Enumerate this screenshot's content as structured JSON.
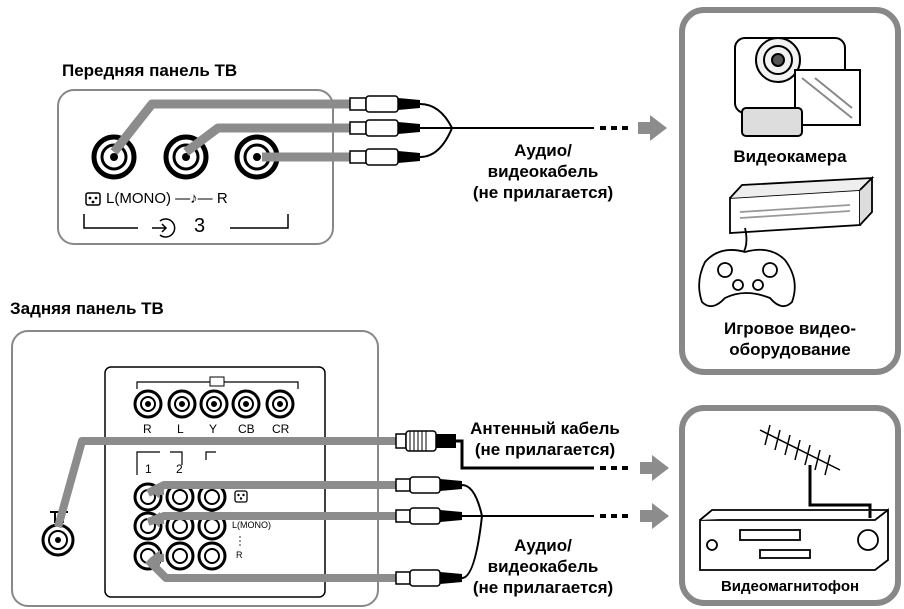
{
  "front_panel": {
    "title": "Передняя панель ТВ",
    "labels": {
      "video": "⊙",
      "audio_left": "L(MONO)",
      "audio_note": "♪",
      "audio_right": "R",
      "input_number": "3"
    }
  },
  "rear_panel": {
    "title": "Задняя панель ТВ",
    "component_labels": [
      "R",
      "L",
      "Y",
      "CB",
      "CR"
    ],
    "input_numbers": [
      "1",
      "2"
    ],
    "audio_left": "L(MONO)",
    "audio_right": "R"
  },
  "cables": {
    "front_av": [
      "Аудио/",
      "видеокабель",
      "(не прилагается)"
    ],
    "antenna": [
      "Антенный кабель",
      "(не прилагается)"
    ],
    "rear_av": [
      "Аудио/",
      "видеокабель",
      "(не прилагается)"
    ]
  },
  "devices": {
    "camcorder": "Видеокамера",
    "game": [
      "Игровое видео-",
      "оборудование"
    ],
    "vcr": "Видеомагнитофон"
  },
  "colors": {
    "cable_gray": "#8c8c8c",
    "line": "#000000",
    "panel_border": "#888888"
  }
}
